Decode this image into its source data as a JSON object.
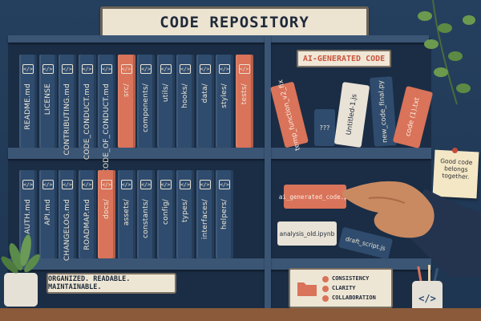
{
  "sign": {
    "title": "CODE REPOSITORY"
  },
  "left_shelf_top": [
    {
      "label": "README.md",
      "color": "blue"
    },
    {
      "label": "LICENSE",
      "color": "blue"
    },
    {
      "label": "CONTRIBUTING.md",
      "color": "blue"
    },
    {
      "label": "CODE_CONDUCT.md",
      "color": "blue"
    },
    {
      "label": "CODE_OF_CONDUCT.md",
      "color": "blue"
    },
    {
      "label": "src/",
      "color": "red"
    },
    {
      "label": "components/",
      "color": "blue"
    },
    {
      "label": "utils/",
      "color": "blue"
    },
    {
      "label": "hooks/",
      "color": "blue"
    },
    {
      "label": "data/",
      "color": "blue"
    },
    {
      "label": "styles/",
      "color": "blue"
    },
    {
      "label": "tests/",
      "color": "red"
    }
  ],
  "left_shelf_bottom": [
    {
      "label": "AUTH.md",
      "color": "blue"
    },
    {
      "label": "API.md",
      "color": "blue"
    },
    {
      "label": "CHANGELOG.md",
      "color": "blue"
    },
    {
      "label": "ROADMAP.md",
      "color": "blue"
    },
    {
      "label": "docs/",
      "color": "red"
    },
    {
      "label": "assets/",
      "color": "blue"
    },
    {
      "label": "constants/",
      "color": "blue"
    },
    {
      "label": "config/",
      "color": "blue"
    },
    {
      "label": "types/",
      "color": "blue"
    },
    {
      "label": "interfaces/",
      "color": "blue"
    },
    {
      "label": "helpers/",
      "color": "blue"
    }
  ],
  "badge_glyph": "</>",
  "ai_label": "AI-GENERATED CODE",
  "messy_top": [
    {
      "label": "temp_function_v2_fix",
      "color": "#d9735a"
    },
    {
      "label": "???",
      "color": "#2f4c6e"
    },
    {
      "label": "Untitled-1.js",
      "color": "#e9e2d6"
    },
    {
      "label": "new_code_final.py",
      "color": "#2f4c6e"
    },
    {
      "label": "code (1).txt",
      "color": "#d9735a"
    }
  ],
  "messy_bottom": [
    {
      "label": "ai_generated_code.py"
    },
    {
      "label": "analysis_old.ipynb"
    },
    {
      "label": "draft_script.js"
    }
  ],
  "note": {
    "text": "Good code belongs together."
  },
  "footer_label": "ORGANIZED. READABLE. MAINTAINABLE.",
  "values": [
    "CONSISTENCY",
    "CLARITY",
    "COLLABORATION"
  ],
  "colors": {
    "accent": "#d9735a",
    "navy": "#2f4c6e",
    "shelf": "#3b5575"
  }
}
